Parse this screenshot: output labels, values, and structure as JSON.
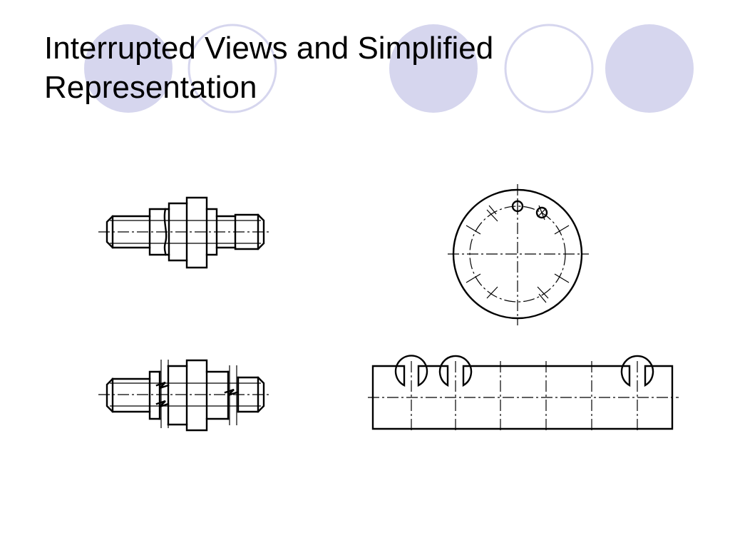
{
  "slide": {
    "title_line1": "Interrupted Views and Simplified",
    "title_line2": "Representation"
  },
  "decoration": {
    "circle_fill_color": "#d6d6ee",
    "circle_outline_color": "#d6d6ee"
  },
  "figures": [
    {
      "name": "shaft-full-view"
    },
    {
      "name": "circular-flange-view"
    },
    {
      "name": "shaft-interrupted-view"
    },
    {
      "name": "slotted-bar-view"
    }
  ]
}
